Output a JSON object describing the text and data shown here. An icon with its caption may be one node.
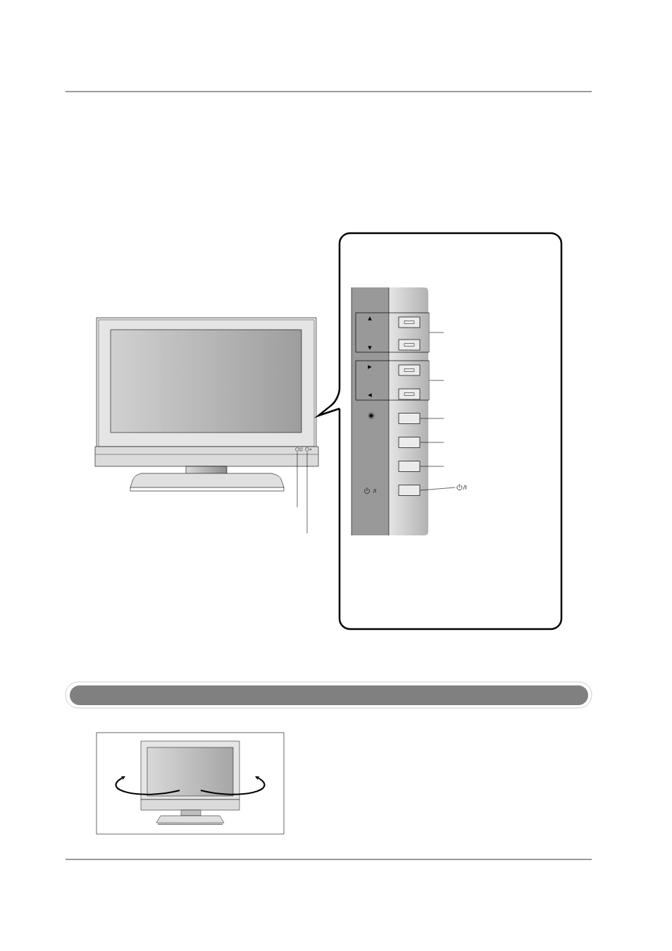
{
  "diagram": {
    "nodes": [
      {
        "text": [],
        "shape": "box"
      },
      {
        "text": [],
        "shape": "box"
      },
      {
        "text": [],
        "shape": "box"
      },
      {
        "text": [],
        "shape": "box"
      },
      {
        "text": [],
        "shape": "box"
      },
      {
        "text": [],
        "shape": "box"
      },
      {
        "text": [
          "/I"
        ]
      },
      {
        "text": [],
        "shape": "circle"
      },
      {
        "text": [],
        "shape": "circle"
      }
    ],
    "edges": [
      {
        "from": null,
        "to": 0,
        "arrow": "none"
      },
      {
        "from": null,
        "to": 1,
        "arrow": "none"
      },
      {
        "from": null,
        "to": 2,
        "arrow": "none"
      },
      {
        "from": null,
        "to": 3,
        "arrow": "none"
      },
      {
        "from": null,
        "to": 4,
        "arrow": "none"
      },
      {
        "from": 6,
        "to": 5,
        "arrow": "none"
      },
      {
        "from": null,
        "to": 7,
        "arrow": "none"
      },
      {
        "from": null,
        "to": 8,
        "arrow": "none"
      }
    ],
    "labels": [
      "▲",
      "▼",
      "▶",
      "◀",
      "/I"
    ]
  }
}
